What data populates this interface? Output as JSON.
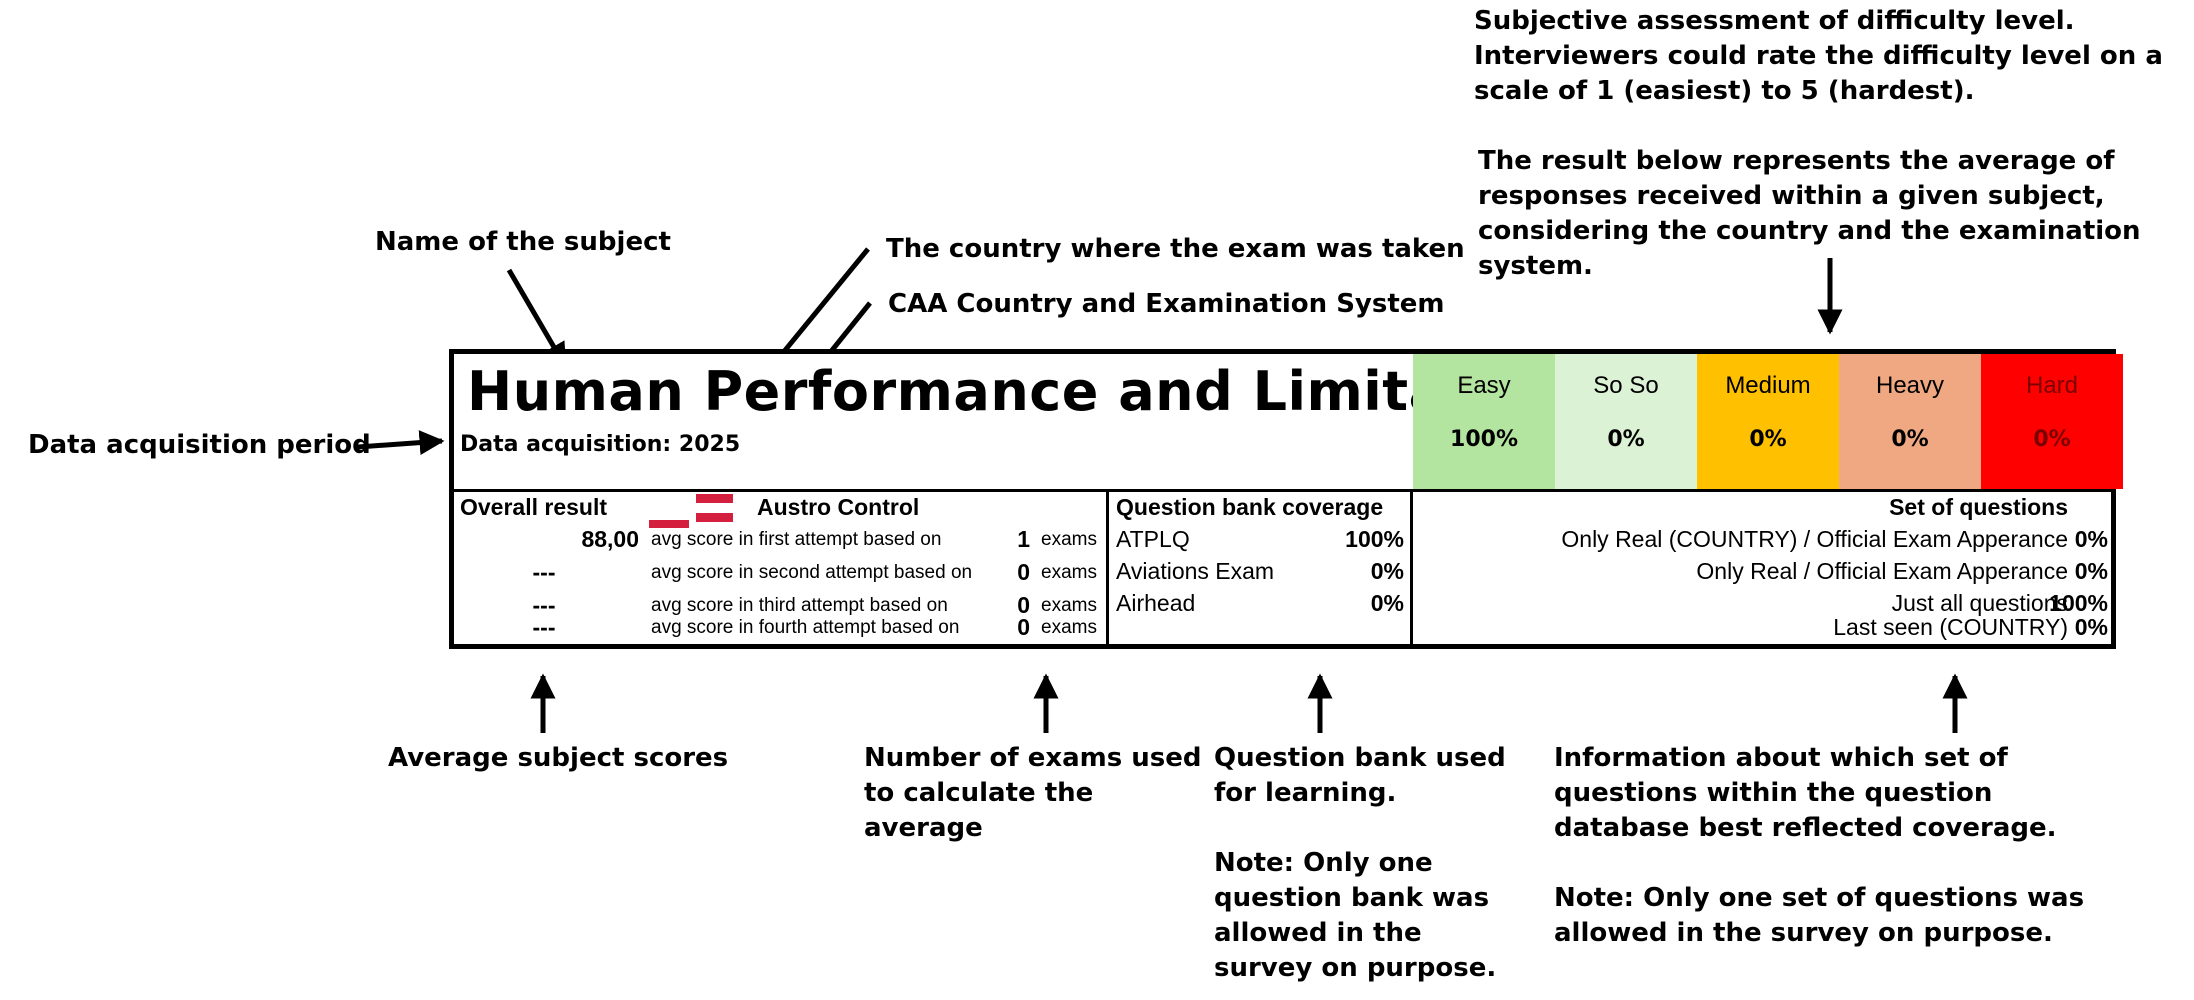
{
  "subject": {
    "name": "Human Performance and Limitations",
    "data_acquisition_label": "Data acquisition:",
    "data_acquisition_year": "2025"
  },
  "difficulty": [
    {
      "label": "Easy",
      "value": "100%",
      "color": "#b3e5a0",
      "text_color": "#000000"
    },
    {
      "label": "So So",
      "value": "0%",
      "color": "#dcf2d4",
      "text_color": "#000000"
    },
    {
      "label": "Medium",
      "value": "0%",
      "color": "#ffc000",
      "text_color": "#000000"
    },
    {
      "label": "Heavy",
      "value": "0%",
      "color": "#f0a882",
      "text_color": "#000000"
    },
    {
      "label": "Hard",
      "value": "0%",
      "color": "#ff0000",
      "text_color": "#7a0000"
    }
  ],
  "overall": {
    "header": "Overall result",
    "authority": "Austro Control",
    "exams_unit": "exams",
    "rows": [
      {
        "score": "88,00",
        "text": "avg score in first attempt based on",
        "count": "1"
      },
      {
        "score": "---",
        "text": "avg score in second attempt based on",
        "count": "0"
      },
      {
        "score": "---",
        "text": "avg score in third attempt based on",
        "count": "0"
      },
      {
        "score": "---",
        "text": "avg score in fourth attempt based on",
        "count": "0"
      }
    ]
  },
  "question_bank": {
    "header": "Question bank coverage",
    "rows": [
      {
        "name": "ATPLQ",
        "value": "100%"
      },
      {
        "name": "Aviations Exam",
        "value": "0%"
      },
      {
        "name": "Airhead",
        "value": "0%"
      }
    ]
  },
  "question_set": {
    "header": "Set of questions",
    "rows": [
      {
        "name": "Only Real (COUNTRY) / Official Exam Apperance",
        "value": "0%"
      },
      {
        "name": "Only Real / Official Exam Apperance",
        "value": "0%"
      },
      {
        "name": "Just all questions",
        "value": "100%"
      },
      {
        "name": "Last seen (COUNTRY)",
        "value": "0%"
      }
    ]
  },
  "annotations": {
    "name_of_subject": "Name of the subject",
    "data_period": "Data acquisition period",
    "country": "The country where the exam was taken",
    "caa": "CAA Country and Examination System",
    "difficulty_p1": "Subjective assessment of difficulty level. Interviewers could rate the difficulty level on a scale of 1 (easiest) to 5 (hardest).",
    "difficulty_p2": "The result below represents the average of responses received within a given subject, considering the country and the examination system.",
    "avg_scores": "Average subject scores",
    "num_exams": "Number of exams used to calculate the average",
    "qbank_p1": "Question bank used for learning.",
    "qbank_p2": "Note: Only one question bank was allowed in the survey on purpose.",
    "qset_p1": "Information about which set of questions within the question database best reflected coverage.",
    "qset_p2": "Note: Only one set of questions was allowed in the survey on purpose."
  },
  "colors": {
    "flag_red": "#d41f3f",
    "flag_white": "#ffffff",
    "border": "#000000"
  }
}
